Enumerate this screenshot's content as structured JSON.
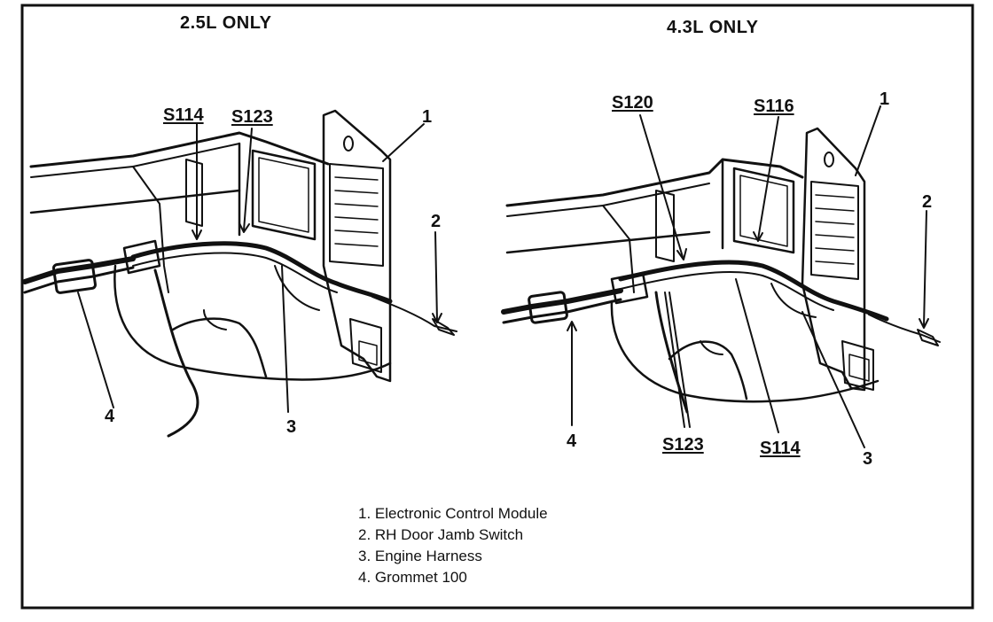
{
  "panels": [
    {
      "title": "2.5L ONLY",
      "splices": [
        "S114",
        "S123"
      ],
      "callouts": [
        "1",
        "2",
        "3",
        "4"
      ]
    },
    {
      "title": "4.3L ONLY",
      "splices": [
        "S120",
        "S116",
        "S123",
        "S114"
      ],
      "callouts": [
        "1",
        "2",
        "3",
        "4"
      ]
    }
  ],
  "legend": [
    "1. Electronic Control Module",
    "2. RH Door Jamb Switch",
    "3. Engine Harness",
    "4. Grommet 100"
  ],
  "style": {
    "ink": "#111111",
    "paper": "#ffffff"
  }
}
